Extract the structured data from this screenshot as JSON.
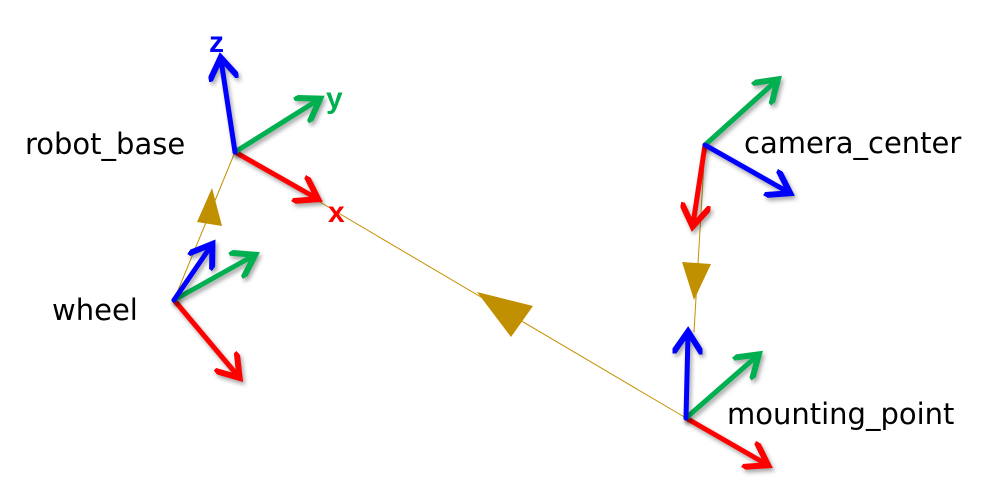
{
  "frames": {
    "robot_base": "robot_base",
    "wheel": "wheel",
    "camera_center": "camera_center",
    "mounting_point": "mounting_point"
  },
  "axis_labels": {
    "x": "x",
    "y": "y",
    "z": "z"
  },
  "colors": {
    "x": "#ff0000",
    "y": "#00b050",
    "z": "#0000ff",
    "link": "#c09000"
  }
}
